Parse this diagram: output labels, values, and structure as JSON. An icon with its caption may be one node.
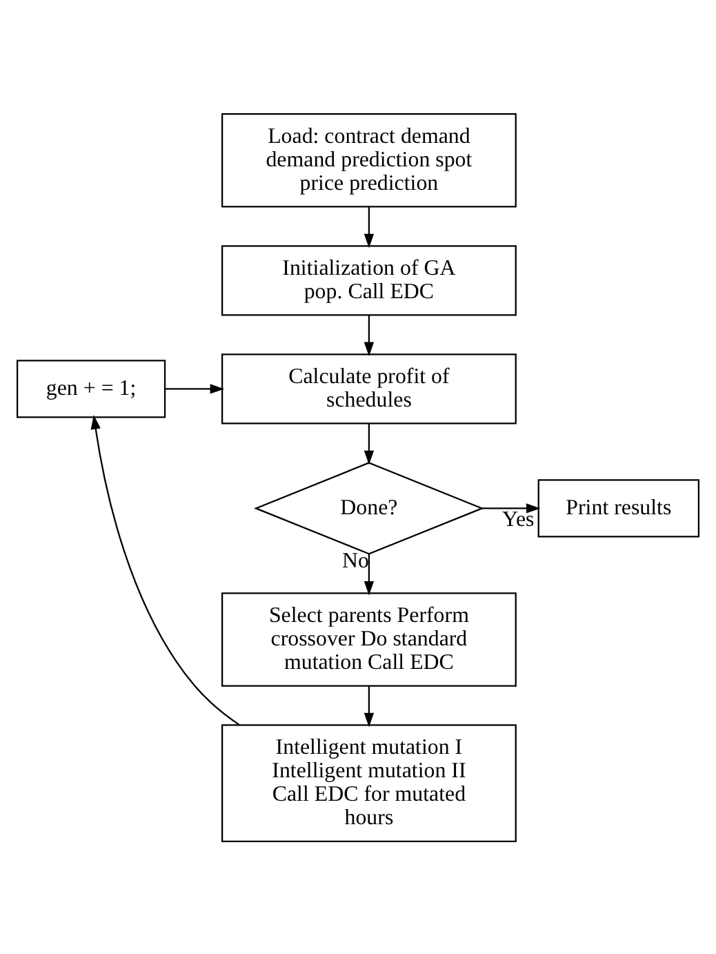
{
  "diagram": {
    "nodes": [
      {
        "text": [
          "Load: contract demand demand prediction spot price prediction"
        ]
      },
      {
        "text": [
          "Initialization of GA pop. Call EDC"
        ]
      },
      {
        "text": [
          "Calculate profit of schedules"
        ]
      },
      {
        "text": [
          "Done?"
        ]
      },
      {
        "text": [
          "Print results"
        ]
      },
      {
        "text": [
          "Select parents Perform crossover Do standard mutation Call EDC"
        ]
      },
      {
        "text": [
          "Intelligent mutation I Intelligent mutation II Call EDC for mutated hours"
        ]
      },
      {
        "text": [
          "gen + = 1;"
        ]
      }
    ],
    "edges": [
      {
        "from": 0,
        "to": 1,
        "arrow": "to"
      },
      {
        "from": 1,
        "to": 2,
        "arrow": "to"
      },
      {
        "from": 2,
        "to": 3,
        "arrow": "to"
      },
      {
        "from": 3,
        "to": 4,
        "arrow": "to",
        "label": "Yes"
      },
      {
        "from": 3,
        "to": 5,
        "arrow": "to",
        "label": "No"
      },
      {
        "from": 5,
        "to": 6,
        "arrow": "to"
      },
      {
        "from": 6,
        "to": 7,
        "arrow": "to"
      },
      {
        "from": 7,
        "to": 2,
        "arrow": "to"
      }
    ]
  }
}
